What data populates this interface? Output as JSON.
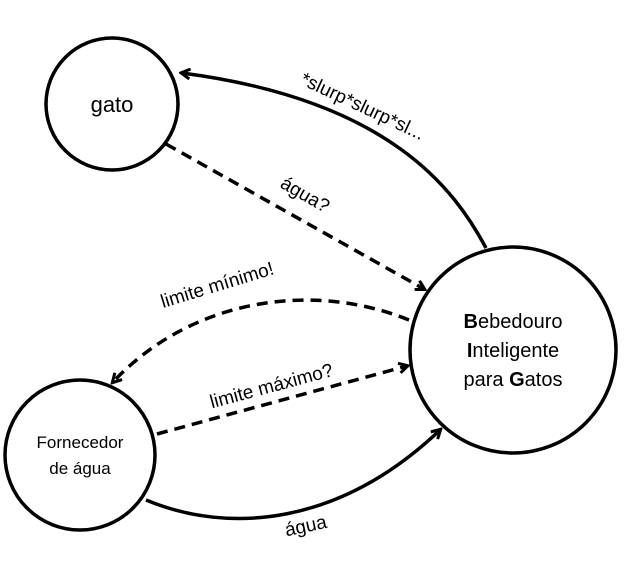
{
  "nodes": {
    "gato": {
      "label": "gato"
    },
    "fornecedor": {
      "line1": "Fornecedor",
      "line2": "de água"
    },
    "bebedouro": {
      "line1_initial": "B",
      "line1_rest": "ebedouro",
      "line2_initial": "I",
      "line2_rest": "nteligente",
      "line3_prefix": "para ",
      "line3_initial": "G",
      "line3_rest": "atos"
    }
  },
  "edges": {
    "slurp": {
      "label": "*slurp*slurp*sl..."
    },
    "agua_question": {
      "label": "água?"
    },
    "limite_minimo": {
      "label": "limite mínimo!"
    },
    "limite_maximo": {
      "label": "limite máximo?"
    },
    "agua": {
      "label": "água"
    }
  },
  "colors": {
    "stroke": "#000000",
    "background": "#ffffff"
  }
}
